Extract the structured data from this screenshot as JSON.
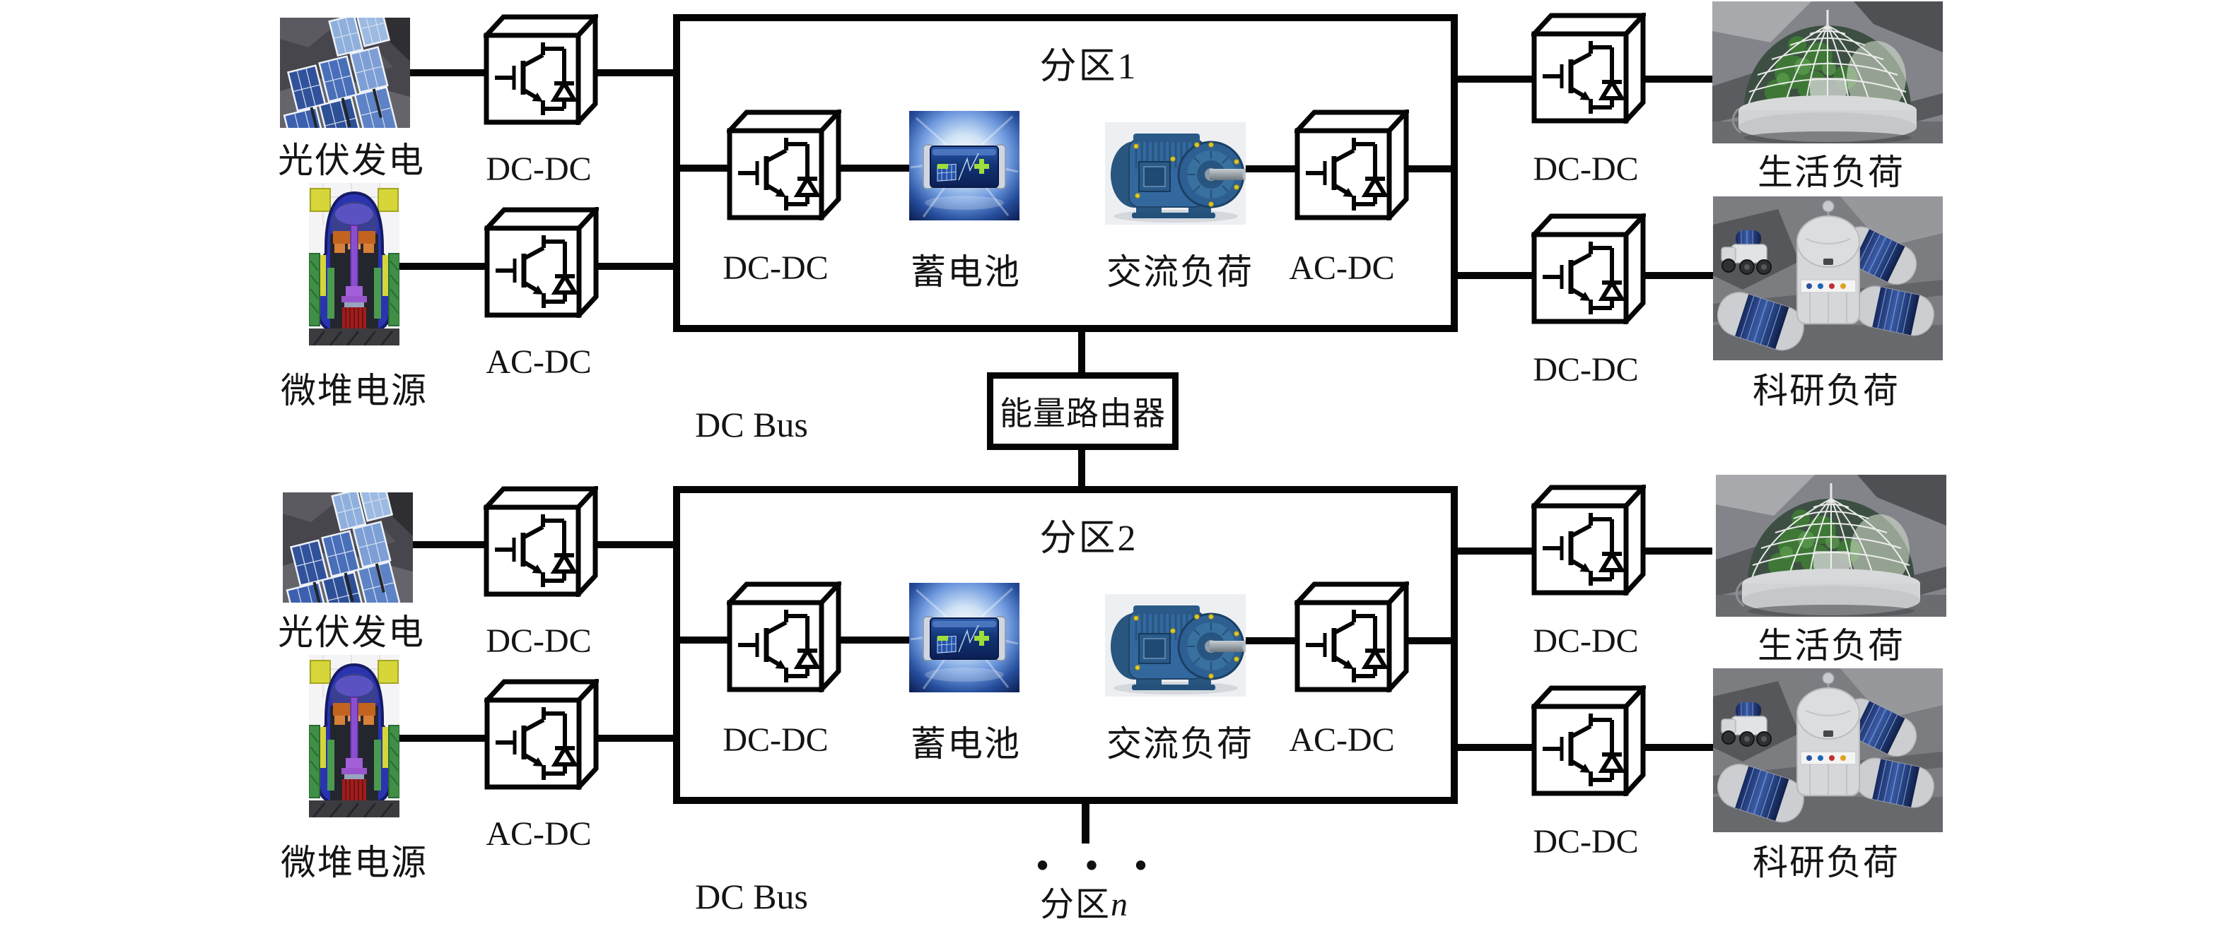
{
  "diagram": {
    "background": "#ffffff",
    "line_color": "#050505",
    "text_color": "#141414",
    "description": "Partitioned DC microgrid architecture of a lunar base with energy router interconnection"
  },
  "partitions": [
    {
      "title": "分区1",
      "pv_source_label": "光伏发电",
      "pv_converter_label": "DC-DC",
      "reactor_source_label": "微堆电源",
      "reactor_converter_label": "AC-DC",
      "dc_bus_label": "DC Bus",
      "battery_converter_label": "DC-DC",
      "battery_label": "蓄电池",
      "ac_load_label": "交流负荷",
      "ac_load_converter_label": "AC-DC",
      "life_converter_label": "DC-DC",
      "life_load_label": "生活负荷",
      "research_converter_label": "DC-DC",
      "research_load_label": "科研负荷"
    },
    {
      "title": "分区2",
      "pv_source_label": "光伏发电",
      "pv_converter_label": "DC-DC",
      "reactor_source_label": "微堆电源",
      "reactor_converter_label": "AC-DC",
      "dc_bus_label": "DC Bus",
      "battery_converter_label": "DC-DC",
      "battery_label": "蓄电池",
      "ac_load_label": "交流负荷",
      "ac_load_converter_label": "AC-DC",
      "life_converter_label": "DC-DC",
      "life_load_label": "生活负荷",
      "research_converter_label": "DC-DC",
      "research_load_label": "科研负荷"
    }
  ],
  "energy_router": {
    "label": "能量路由器"
  },
  "continuation": {
    "ellipsis": "• • •",
    "partition_prefix": "分区",
    "partition_index": "n"
  },
  "icons": {
    "converter": "igbt-diode-converter-cube-icon",
    "pv_source": "solar-panel-array-photo",
    "reactor_source": "micro-reactor-cutaway-photo",
    "battery": "battery-photo",
    "ac_load": "induction-motor-photo",
    "life_load": "greenhouse-dome-photo",
    "research_load": "lunar-base-modules-photo"
  }
}
